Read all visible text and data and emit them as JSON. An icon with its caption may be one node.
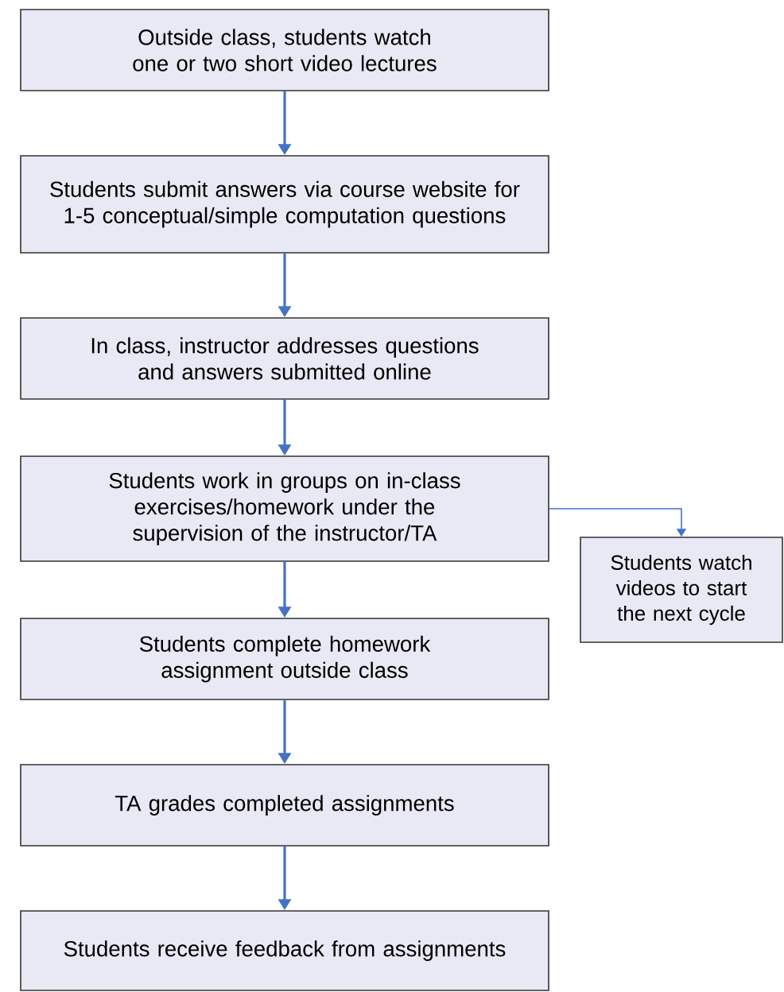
{
  "diagram": {
    "nodes": [
      {
        "text": [
          "Outside class, students watch one or two short video lectures"
        ]
      },
      {
        "text": [
          "Students submit answers via course website for 1-5 conceptual/simple computation questions"
        ]
      },
      {
        "text": [
          "In class, instructor addresses questions and answers submitted online"
        ]
      },
      {
        "text": [
          "Students work in groups on in-class exercises/homework under the supervision of the instructor/TA"
        ]
      },
      {
        "text": [
          "Students complete homework assignment outside class"
        ]
      },
      {
        "text": [
          "TA grades completed assignments"
        ]
      },
      {
        "text": [
          "Students receive feedback from assignments"
        ]
      },
      {
        "text": [
          "Students watch videos to start the next cycle"
        ]
      }
    ],
    "edges": [
      {
        "from": 0,
        "to": 1,
        "arrow": "to"
      },
      {
        "from": 1,
        "to": 2,
        "arrow": "to"
      },
      {
        "from": 2,
        "to": 3,
        "arrow": "to"
      },
      {
        "from": 3,
        "to": 4,
        "arrow": "to"
      },
      {
        "from": 4,
        "to": 5,
        "arrow": "to"
      },
      {
        "from": 5,
        "to": 6,
        "arrow": "to"
      },
      {
        "from": 3,
        "to": 7,
        "arrow": "to"
      }
    ]
  }
}
